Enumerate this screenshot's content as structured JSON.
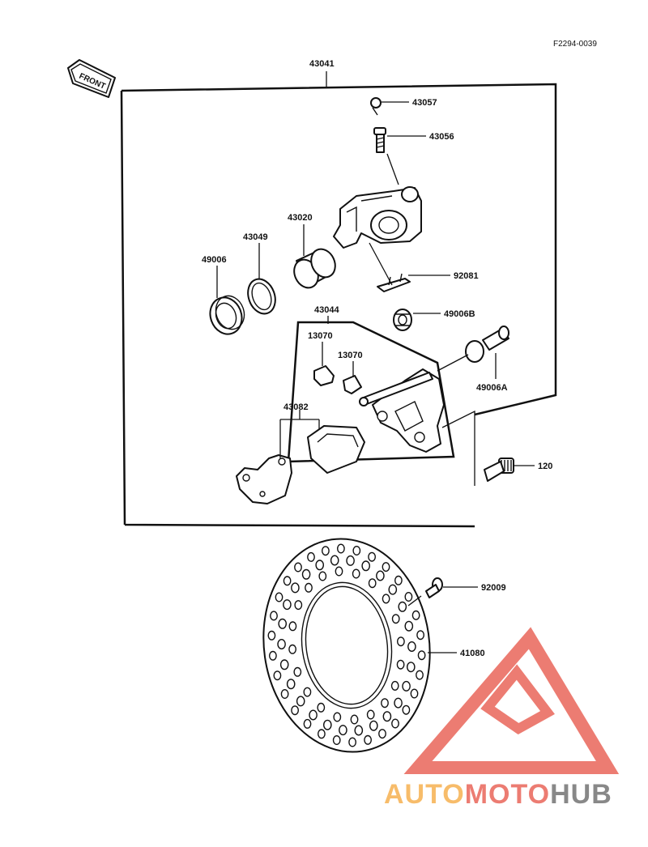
{
  "figure_code": "F2294-0039",
  "front_tag": "FRONT",
  "watermark": {
    "auto": "AUTO",
    "moto": "MOTO",
    "hub": "HUB"
  },
  "colors": {
    "ink": "#111111",
    "logo_red": "#e64b3c",
    "logo_orange": "#f5a331",
    "logo_gray": "#5b5b5b"
  },
  "parts": {
    "p43041": "43041",
    "p43057": "43057",
    "p43056": "43056",
    "p43020": "43020",
    "p43049": "43049",
    "p49006": "49006",
    "p92081": "92081",
    "p43044": "43044",
    "p49006B": "49006B",
    "p13070a": "13070",
    "p13070b": "13070",
    "p49006A": "49006A",
    "p43082": "43082",
    "p120": "120",
    "p92009": "92009",
    "p41080": "41080"
  }
}
